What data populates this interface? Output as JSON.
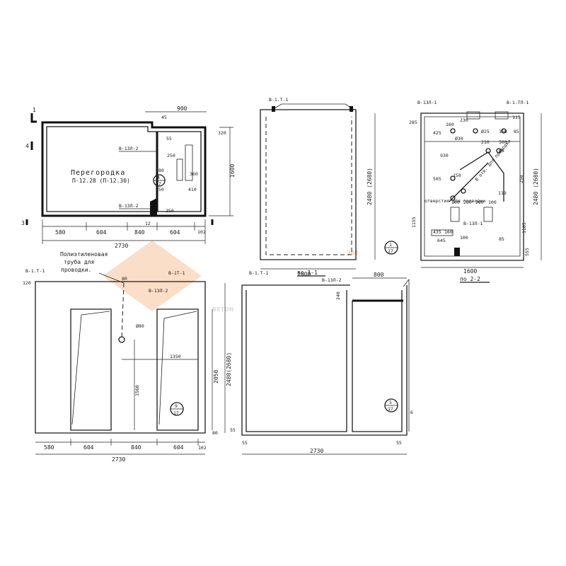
{
  "plan": {
    "partition_title": "Перегородка",
    "partition_code": "П-12.28 (П-12.30)",
    "mark_b132_top": "В-13Л-2",
    "mark_b132_bot": "В-13Л-2",
    "dim_total": "2730",
    "dim_580": "580",
    "dim_604a": "604",
    "dim_840": "840",
    "dim_604b": "604",
    "dim_102": "102",
    "dim_12": "12",
    "dim_900": "900",
    "dim_45": "45",
    "dim_1600": "1600",
    "dim_320": "320",
    "dim_55": "55",
    "dim_250a": "250",
    "dim_250b": "250",
    "dim_360": "360",
    "dim_180": "180",
    "dim_410": "410",
    "dim_150": "150",
    "sec_1": "1",
    "sec_3": "3",
    "sec_4": "4",
    "circ_top": "4",
    "circ_bot": "17"
  },
  "section11": {
    "mark_top": "В-1.Т-1",
    "dim_1600": "1600",
    "dim_height": "2480 (2680)"
  },
  "section22": {
    "mark_b134": "В-13Л-1",
    "mark_b1t1": "В-1.ТЛ-1",
    "dim_285": "285",
    "dim_425": "425",
    "dim_160a": "160",
    "dim_230": "230",
    "dim_d30": "Ø30",
    "dim_d25": "Ø25",
    "dim_160b": "160",
    "dim_85a": "85",
    "dim_115": "115",
    "dim_930": "930",
    "dim_210": "210",
    "dim_500": "500",
    "dim_d8": "Ø8",
    "note_pipes": "8 отв. для проводки",
    "dim_505": "505",
    "dim_150": "150",
    "dim_250": "250",
    "dim_119": "119",
    "note_holes": "отверстия для проводки",
    "dim_100a": "100",
    "dim_200a": "200",
    "dim_200b": "200",
    "dim_100b": "100",
    "dim_1155": "1155",
    "dim_1185": "1185",
    "mark_b132": "В-13Л-1",
    "dim_435": "435",
    "dim_645": "645",
    "dim_160c": "160",
    "dim_100c": "100",
    "dim_85b": "85",
    "dim_555": "555",
    "dim_1600": "1600",
    "dim_height": "2480 (2680)",
    "caption": "по 2-2",
    "circ_top": "1",
    "circ_bot": "17"
  },
  "facade": {
    "pipe_note_1": "Полиэтиленовая",
    "pipe_note_2": "труба для",
    "pipe_note_3": "проводки.",
    "mark_left": "В-1.Т-1",
    "mark_right": "В-1Т-1",
    "mark_b132": "В-13Л-2",
    "dim_120": "120",
    "dim_80": "80",
    "dim_d80": "Ø80",
    "dim_1350": "1350",
    "dim_1560": "1560",
    "dim_2050": "2050",
    "dim_height": "2480(2680)",
    "dim_580": "580",
    "dim_604a": "604",
    "dim_840": "840",
    "dim_604b": "604",
    "dim_102": "102",
    "dim_total": "2730",
    "dim_80b": "80",
    "circ_top": "9",
    "circ_bot": "17"
  },
  "section_bottom": {
    "mark_left": "В-1.Т-1",
    "caption": "по 1-1",
    "mark_b132": "В-13Л-2",
    "dim_800": "800",
    "dim_240": "240",
    "dim_55a": "55",
    "dim_55b": "55",
    "dim_55c": "55",
    "dim_total": "2730",
    "dim_6": "6",
    "circ_top": "5",
    "circ_bot": "17"
  },
  "watermark": {
    "brand": "BETON",
    "tag": "360"
  }
}
